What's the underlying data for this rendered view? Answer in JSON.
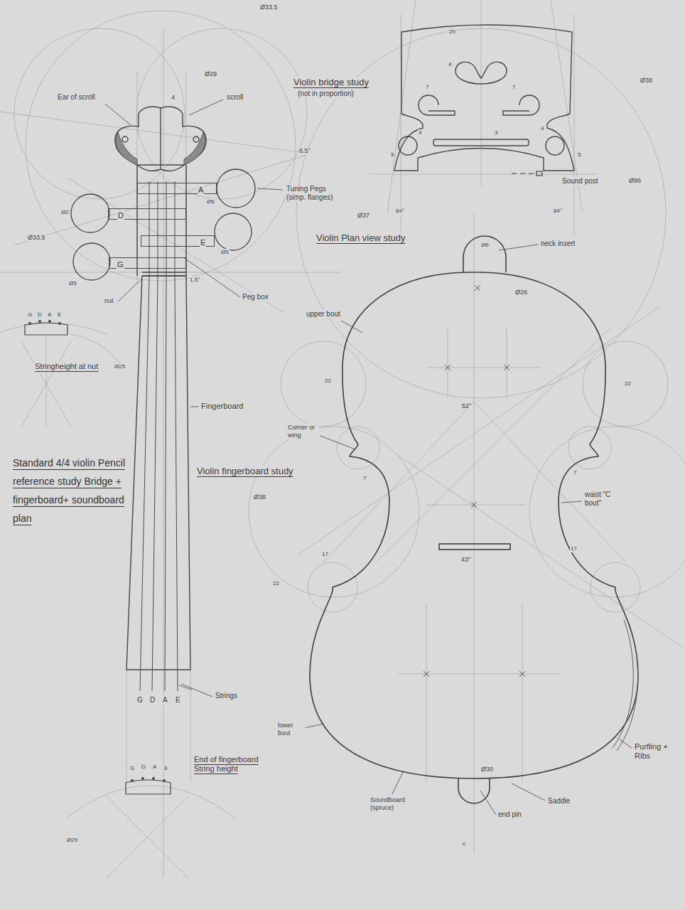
{
  "diagram": {
    "title": "Standard 4/4 violin Pencil reference study Bridge + fingerboard+ soundboard plan",
    "nodes": [
      {
        "text": [
          "A"
        ]
      },
      {
        "text": [
          "D"
        ]
      },
      {
        "text": [
          "E"
        ]
      },
      {
        "text": [
          "G"
        ]
      }
    ],
    "labels": [
      "Ø33.5",
      "Ø29",
      "Ear of scroll",
      "4",
      "scroll",
      "6.5°",
      "20",
      "Violin bridge study",
      "(not in proportion)",
      "Ø38",
      "4",
      "7",
      "7",
      "4",
      "3",
      "4",
      "5",
      "5",
      "Sound post",
      "Ø96",
      "84°",
      "84°",
      "Ø37",
      "Violin Plan view study",
      "neck insert",
      "Ø6",
      "Ø26",
      "Tuning Pegs (simp. flanges)",
      "Ø6",
      "Ø2",
      "Ø33.5",
      "Ø5",
      "Ø5",
      "1.5°",
      "nut",
      "Peg box",
      "G",
      "D",
      "A",
      "E",
      "Stringheight at nut",
      "Ø25",
      "upper bout",
      "22",
      "22",
      "52°",
      "Fingerboard",
      "Corner or wing",
      "Violin fingerboard study",
      "7",
      "7",
      "Ø38",
      "waist \"C bout\"",
      "17",
      "17",
      "43°",
      "22",
      "Strings",
      "G",
      "D",
      "A",
      "E",
      "lower bout",
      "End of fingerboard String height",
      "G",
      "D",
      "A",
      "E",
      "Ø30",
      "Purfling + Ribs",
      "Soundboard (spruce)",
      "Saddle",
      "end pin",
      "Ø29",
      "c"
    ]
  }
}
